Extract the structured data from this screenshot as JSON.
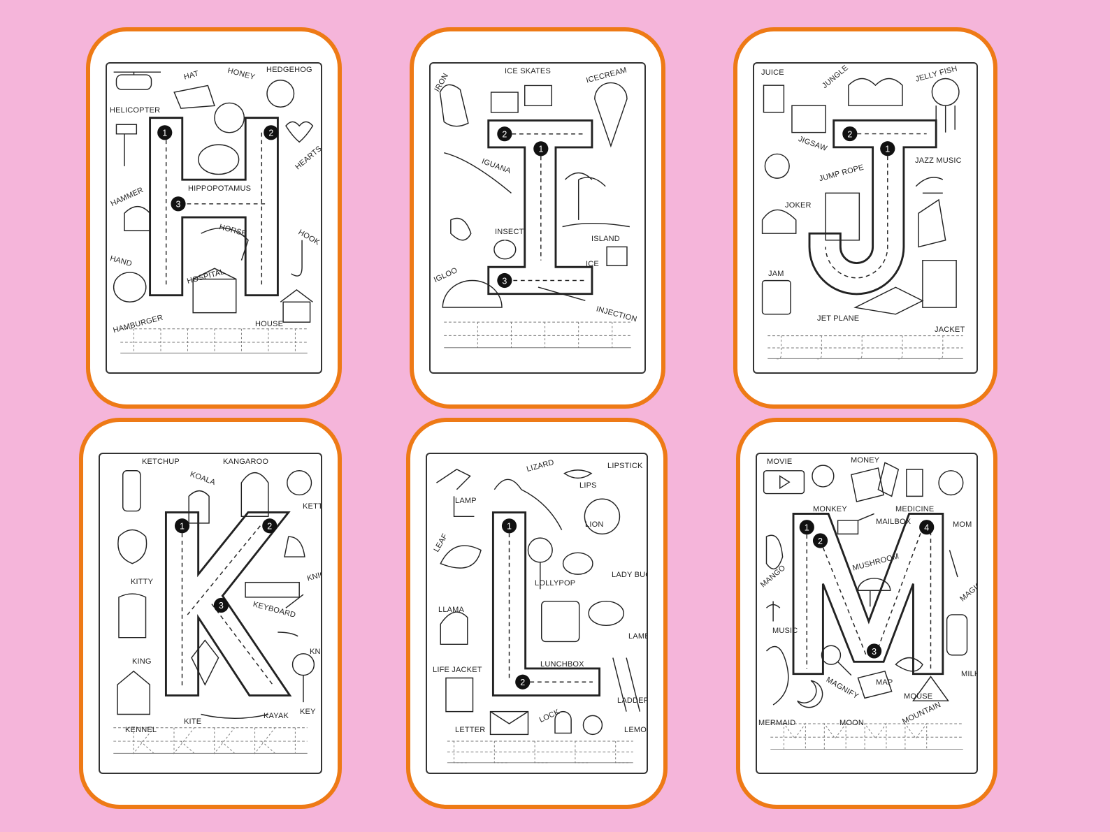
{
  "cards": [
    {
      "letter": "H",
      "labels": [
        "HELICOPTER",
        "HAT",
        "HONEY",
        "HEDGEHOG",
        "HEARTS",
        "HAMMER",
        "HIPPOPOTAMUS",
        "HORSE",
        "HOOK",
        "HAND",
        "HOSPITAL",
        "HAMBURGER",
        "HOUSE"
      ]
    },
    {
      "letter": "I",
      "labels": [
        "IRON",
        "ICE SKATES",
        "ICECREAM",
        "IGUANA",
        "INSECT",
        "ISLAND",
        "ICE",
        "IGLOO",
        "INJECTION"
      ]
    },
    {
      "letter": "J",
      "labels": [
        "JUICE",
        "JUNGLE",
        "JELLY FISH",
        "JIGSAW",
        "JAZZ MUSIC",
        "JUMP ROPE",
        "JOKER",
        "JAM",
        "JET PLANE",
        "JACKET"
      ]
    },
    {
      "letter": "K",
      "labels": [
        "KETCHUP",
        "KANGAROO",
        "KOALA",
        "KETTLE",
        "KITTY",
        "KNIGHT",
        "KEYBOARD",
        "KNIFE",
        "KING",
        "KEY",
        "KENNEL",
        "KITE",
        "KAYAK"
      ]
    },
    {
      "letter": "L",
      "labels": [
        "LAMP",
        "LIZARD",
        "LIPSTICK",
        "LIPS",
        "LION",
        "LEAF",
        "LOLLYPOP",
        "LADY BUG",
        "LLAMA",
        "LAMB",
        "LUNCHBOX",
        "LIFE JACKET",
        "LADDER",
        "LOCK",
        "LETTER",
        "LEMON"
      ]
    },
    {
      "letter": "M",
      "labels": [
        "MOVIE",
        "MONEY",
        "MONKEY",
        "MEDICINE",
        "MAILBOX",
        "MOM",
        "MANGO",
        "MUSHROOM",
        "MAGIC",
        "MUSIC",
        "MILK",
        "MERMAID",
        "MAGNIFY",
        "MAP",
        "MOUSE",
        "MOON",
        "MOUNTAIN"
      ]
    }
  ],
  "stroke_numbers": [
    "1",
    "2",
    "3",
    "4"
  ],
  "colors": {
    "background": "#f5b5da",
    "card_border": "#ee7a16",
    "sheet_border": "#333333",
    "ink": "#222222"
  }
}
